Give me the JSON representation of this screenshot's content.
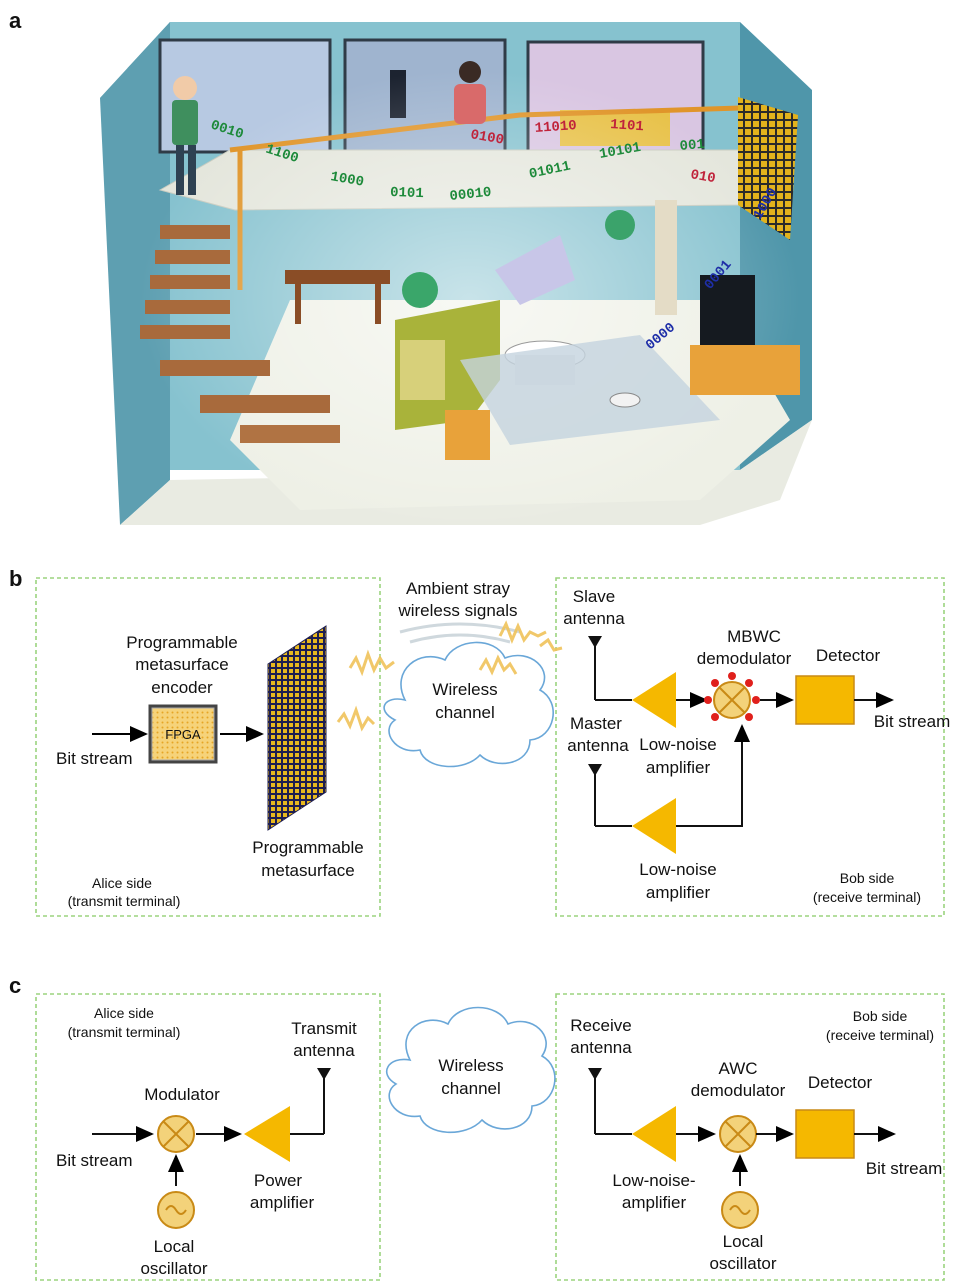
{
  "panels": {
    "a": {
      "letter": "a"
    },
    "b": {
      "letter": "b",
      "labels": {
        "ambient_line1": "Ambient stray",
        "ambient_line2": "wireless signals",
        "encoder_line1": "Programmable",
        "encoder_line2": "metasurface",
        "encoder_line3": "encoder",
        "fpga": "FPGA",
        "bit_stream_in": "Bit stream",
        "metasurface_line1": "Programmable",
        "metasurface_line2": "metasurface",
        "alice_line1": "Alice side",
        "alice_line2": "(transmit terminal)",
        "wireless_line1": "Wireless",
        "wireless_line2": "channel",
        "slave_line1": "Slave",
        "slave_line2": "antenna",
        "master_line1": "Master",
        "master_line2": "antenna",
        "mbwc_line1": "MBWC",
        "mbwc_line2": "demodulator",
        "detector": "Detector",
        "bit_stream_out": "Bit stream",
        "lna1_line1": "Low-noise",
        "lna1_line2": "amplifier",
        "lna2_line1": "Low-noise",
        "lna2_line2": "amplifier",
        "bob_line1": "Bob side",
        "bob_line2": "(receive terminal)"
      }
    },
    "c": {
      "letter": "c",
      "labels": {
        "alice_line1": "Alice side",
        "alice_line2": "(transmit terminal)",
        "transmit_line1": "Transmit",
        "transmit_line2": "antenna",
        "modulator": "Modulator",
        "bit_stream_in": "Bit stream",
        "power_line1": "Power",
        "power_line2": "amplifier",
        "lo1_line1": "Local",
        "lo1_line2": "oscillator",
        "wireless_line1": "Wireless",
        "wireless_line2": "channel",
        "receive_line1": "Receive",
        "receive_line2": "antenna",
        "awc_line1": "AWC",
        "awc_line2": "demodulator",
        "detector": "Detector",
        "bob_line1": "Bob side",
        "bob_line2": "(receive terminal)",
        "lna_line1": "Low-noise-",
        "lna_line2": "amplifier",
        "bit_stream_out": "Bit stream",
        "lo2_line1": "Local",
        "lo2_line2": "oscillator"
      }
    }
  },
  "colors": {
    "amplifier": "#f5b800",
    "detector": "#f5b800",
    "mixer": "#f3d27a",
    "dashed_box": "#9bd37f",
    "cloud": "#6aa7d8",
    "wall": "#6aaebf",
    "floor": "#e9ebe2",
    "bits_green": "#1d8a3a",
    "bits_red": "#c0233b",
    "bits_blue": "#1f2fa8",
    "stairs": "#a86a3c",
    "sofa": "#a9b33a"
  }
}
